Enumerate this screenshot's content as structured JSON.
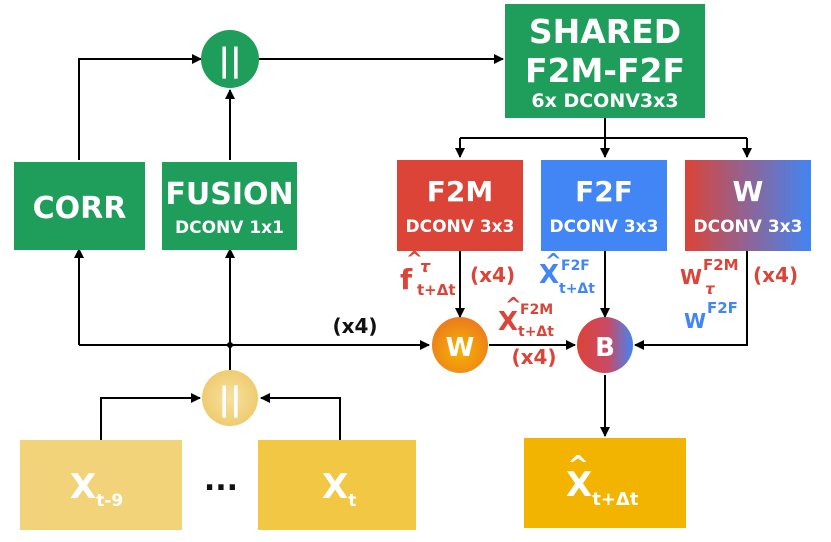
{
  "colors": {
    "green": "#1e9e5a",
    "red": "#db4437",
    "blue": "#4285f4",
    "gold": "#f2b400",
    "pale_gold": "#f3d37a",
    "light_gold": "#f1db8e",
    "label_red": "#db4437",
    "label_blue": "#4285f4",
    "text_dark": "#111111",
    "text_white": "#ffffff",
    "arrow": "#000000"
  },
  "icons": {
    "concat": "concat-icon",
    "warp": "warp-circle-icon",
    "blend": "blend-circle-icon"
  },
  "nodes": {
    "concat_top": {
      "label": "||"
    },
    "concat_bottom": {
      "label": "||"
    },
    "shared": {
      "title": "SHARED",
      "title2": "F2M-F2F",
      "sub": "6x DCONV3x3"
    },
    "corr": {
      "title": "CORR"
    },
    "fusion": {
      "title": "FUSION",
      "sub": "DCONV 1x1"
    },
    "f2m": {
      "title": "F2M",
      "sub": "DCONV 3x3"
    },
    "f2f": {
      "title": "F2F",
      "sub": "DCONV 3x3"
    },
    "w": {
      "title": "W",
      "sub": "DCONV 3x3"
    },
    "warp": {
      "label": "W"
    },
    "blend": {
      "label": "B"
    },
    "x_t9": {
      "base": "X",
      "sub": "t-9"
    },
    "ellipsis": {
      "text": "..."
    },
    "x_t": {
      "base": "X",
      "sub": "t"
    },
    "output": {
      "hat": "^",
      "base": "X",
      "sub": "t+Δt"
    }
  },
  "labels": {
    "f_hat": {
      "hat": "^",
      "base": "f",
      "sup": "τ",
      "sub": "t+Δt"
    },
    "x4_f2m": "(x4)",
    "x_hat_f2f": {
      "hat": "^",
      "base": "X",
      "sup": "F2F",
      "sub": "t+Δt"
    },
    "w_f2m": {
      "base": "W",
      "sup": "F2M",
      "sub": "τ"
    },
    "x4_w": "(x4)",
    "w_f2f": {
      "base": "W",
      "sup": "F2F"
    },
    "x4_main": "(x4)",
    "x_hat_f2m": {
      "hat": "^",
      "base": "X",
      "sup": "F2M",
      "sub": "t+Δt"
    },
    "x4_warp": "(x4)"
  }
}
